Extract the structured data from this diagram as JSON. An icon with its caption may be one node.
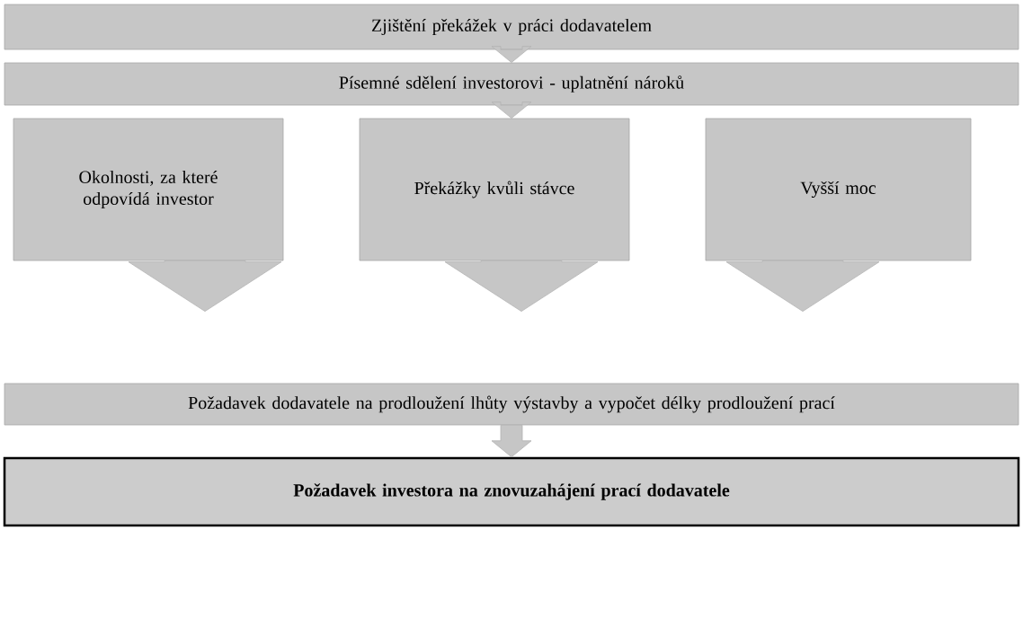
{
  "diagram": {
    "nodes": [
      {
        "text": [
          "Zjištění překážek v práci dodavatelem"
        ]
      },
      {
        "text": [
          "Písemné sdělení investorovi - uplatnění nároků"
        ]
      },
      {
        "text": [
          "Okolnosti, za které odpovídá investor"
        ]
      },
      {
        "text": [
          "Překážky kvůli stávce"
        ]
      },
      {
        "text": [
          "Vyšší moc"
        ]
      },
      {
        "text": [
          "Požadavek dodavatele na prodloužení lhůty výstavby a vypočet délky prodloužení prací"
        ]
      },
      {
        "text": [
          "**Požadavek investora na znovuzahájení prací dodavatele**"
        ]
      }
    ],
    "edges": [
      {
        "from": 0,
        "to": 1,
        "arrow": "to"
      },
      {
        "from": 1,
        "to": 3,
        "arrow": "to"
      },
      {
        "from": 2,
        "to": 5,
        "arrow": "to"
      },
      {
        "from": 3,
        "to": 5,
        "arrow": "to"
      },
      {
        "from": 4,
        "to": 5,
        "arrow": "to"
      },
      {
        "from": 5,
        "to": 6,
        "arrow": "to"
      }
    ]
  }
}
